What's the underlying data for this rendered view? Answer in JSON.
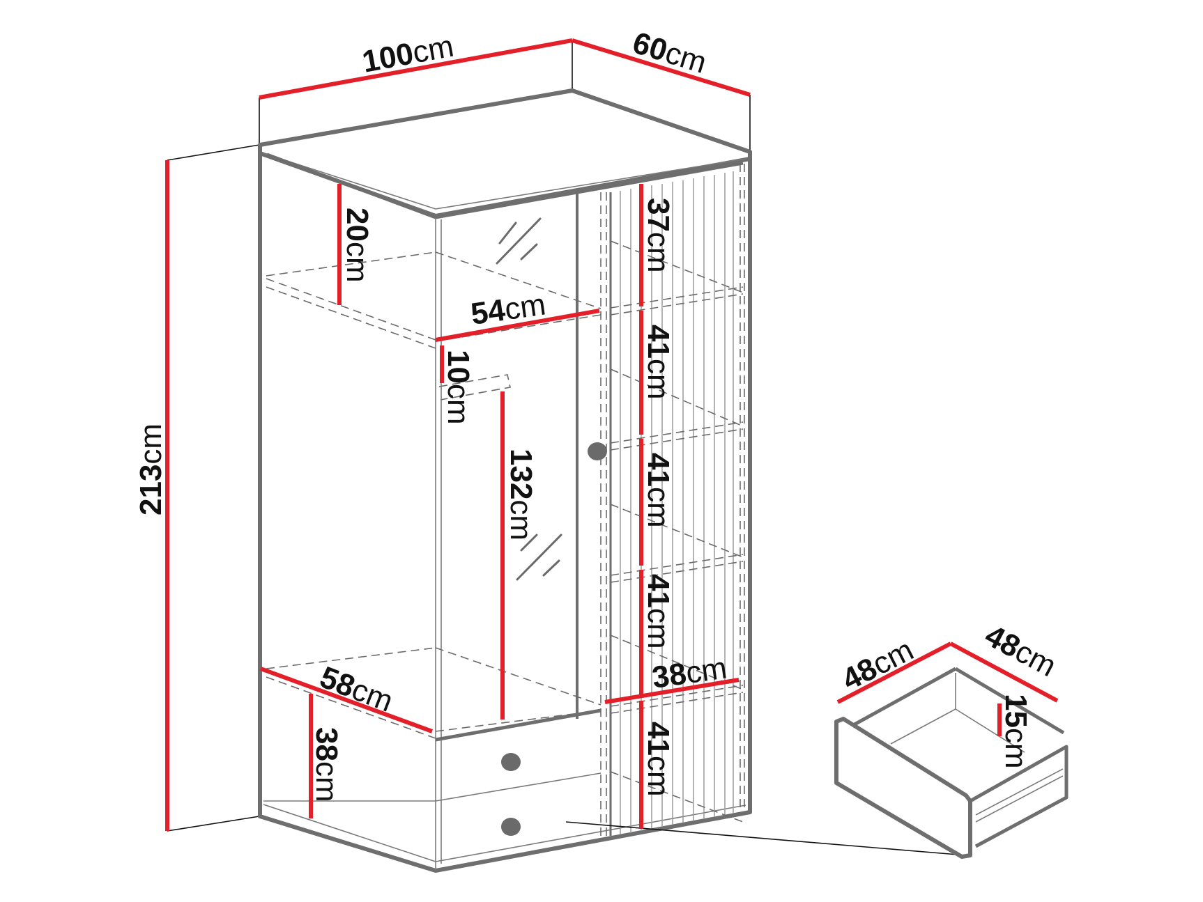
{
  "diagram": {
    "title": "Wardrobe dimensions diagram",
    "colors": {
      "dimension_line": "#e3202a",
      "outline": "#6e6e6e",
      "text": "#111111",
      "background": "#ffffff"
    },
    "overall": {
      "width": {
        "value": "100",
        "unit": "cm"
      },
      "depth": {
        "value": "60",
        "unit": "cm"
      },
      "height": {
        "value": "213",
        "unit": "cm"
      }
    },
    "left_compartment": {
      "top_shelf_gap": {
        "value": "20",
        "unit": "cm"
      },
      "shelf_depth": {
        "value": "54",
        "unit": "cm"
      },
      "rail_gap": {
        "value": "10",
        "unit": "cm"
      },
      "hanging_height": {
        "value": "132",
        "unit": "cm"
      },
      "bottom_depth": {
        "value": "58",
        "unit": "cm"
      },
      "drawer_section_height": {
        "value": "38",
        "unit": "cm"
      }
    },
    "right_compartment": {
      "shelf_spacings": [
        {
          "value": "37",
          "unit": "cm"
        },
        {
          "value": "41",
          "unit": "cm"
        },
        {
          "value": "41",
          "unit": "cm"
        },
        {
          "value": "41",
          "unit": "cm"
        },
        {
          "value": "41",
          "unit": "cm"
        }
      ],
      "shelf_width": {
        "value": "38",
        "unit": "cm"
      }
    },
    "drawer_detail": {
      "width": {
        "value": "48",
        "unit": "cm"
      },
      "depth": {
        "value": "48",
        "unit": "cm"
      },
      "height": {
        "value": "15",
        "unit": "cm"
      }
    },
    "icons": [
      "door-knob-icon",
      "drawer-knob-icon",
      "mirror-glare-icon"
    ]
  }
}
